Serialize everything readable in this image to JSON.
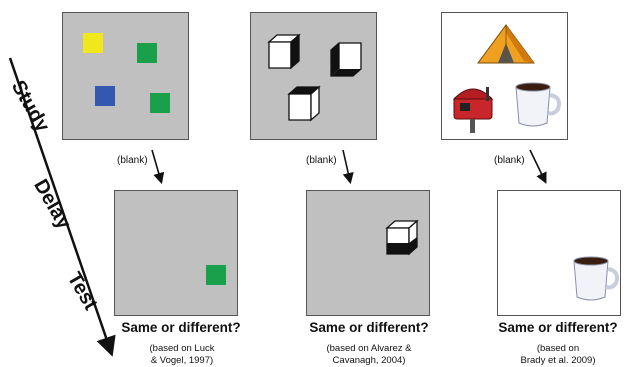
{
  "colors": {
    "gray_bg": "#c0c0c0",
    "yellow": "#f0e81c",
    "green": "#1aa04b",
    "blue": "#3458b0"
  },
  "phases": {
    "study": "Study",
    "delay": "Delay",
    "test": "Test"
  },
  "blank_label": "(blank)",
  "question": "Same or different?",
  "studies": [
    {
      "study_items": [
        "yellow-square",
        "green-square",
        "blue-square",
        "green-square"
      ],
      "test_items": [
        "green-square"
      ],
      "citation_line1": "(based on Luck",
      "citation_line2": "& Vogel, 1997)"
    },
    {
      "study_items": [
        "cube",
        "cube",
        "cube"
      ],
      "test_items": [
        "cube"
      ],
      "citation_line1": "(based on Alvarez &",
      "citation_line2": "Cavanagh, 2004)"
    },
    {
      "study_items": [
        "tent-icon",
        "mailbox-icon",
        "mug-icon"
      ],
      "test_items": [
        "mug-icon"
      ],
      "citation_line1": "(based on",
      "citation_line2": "Brady et al. 2009)"
    }
  ]
}
